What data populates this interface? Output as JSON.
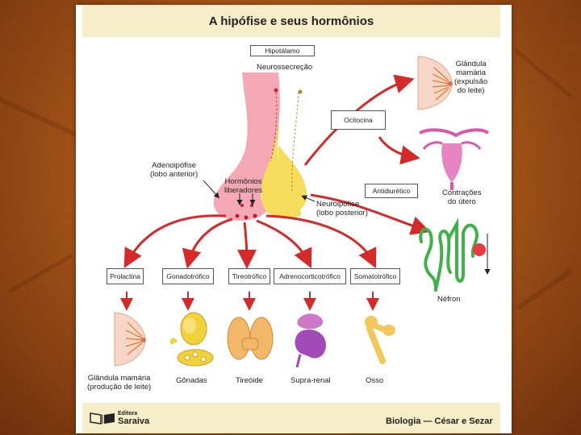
{
  "title": "A hipófise e seus hormônios",
  "hypothalamus": {
    "box": "Hipotálamo",
    "label": "Neurossecreção"
  },
  "adenohypophysis": {
    "line1": "Adenoipófise",
    "line2": "(lobo anterior)"
  },
  "releasing_hormones": {
    "line1": "Hormônios",
    "line2": "liberadores"
  },
  "neurohypophysis": {
    "line1": "Neuroipófise",
    "line2": "(lobo posterior)"
  },
  "posterior_hormones": {
    "oxytocin": "Ocitocina",
    "antidiuretic": "Antidiurético"
  },
  "targets_right": {
    "mammary": {
      "line1": "Glândula",
      "line2": "mamária",
      "line3": "(expulsão",
      "line4": "do leite)"
    },
    "uterus": {
      "line1": "Contrações",
      "line2": "do útero"
    },
    "nephron": "Néfron"
  },
  "anterior_hormones": [
    "Prolactina",
    "Gonadotrófico",
    "Tireotrófico",
    "Adrenocorticotrófico",
    "Somatotrófico"
  ],
  "targets_bottom": {
    "mammary": {
      "line1": "Glândula mamária",
      "line2": "(produção de leite)"
    },
    "gonads": "Gônadas",
    "thyroid": "Tireóide",
    "adrenal": "Supra-renal",
    "bone": "Osso"
  },
  "footer": {
    "publisher_top": "Editora",
    "publisher": "Saraiva",
    "credit": "Biologia — César e Sezar"
  },
  "colors": {
    "arrow": "#d42a2a",
    "pink_gland": "#f3a8b4",
    "yellow_gland": "#f5dc5a",
    "band": "#f6eec8"
  }
}
